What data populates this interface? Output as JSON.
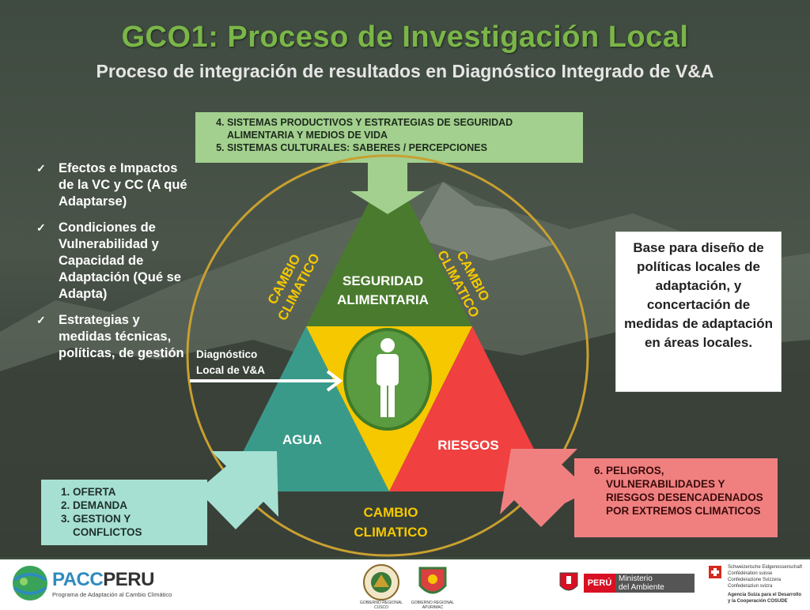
{
  "title": "GCO1: Proceso de Investigación Local",
  "subtitle": "Proceso de integración de resultados en Diagnóstico Integrado de V&A",
  "top_box": {
    "items": [
      "SISTEMAS PRODUCTIVOS Y ESTRATEGIAS DE SEGURIDAD ALIMENTARIA Y MEDIOS DE VIDA",
      "SISTEMAS CULTURALES: SABERES / PERCEPCIONES"
    ]
  },
  "left_checklist": [
    "Efectos e Impactos de la VC y CC (A qué Adaptarse)",
    "Condiciones de Vulnerabilidad y Capacidad de Adaptación (Qué se Adapta)",
    "Estrategias y medidas técnicas, políticas, de gestión"
  ],
  "right_box": "Base para diseño de políticas locales de adaptación, y concertación de medidas de adaptación en áreas locales.",
  "triangle": {
    "top": [
      "SEGURIDAD",
      "ALIMENTARIA"
    ],
    "left": "AGUA",
    "right": "RIESGOS"
  },
  "climate_labels": {
    "line1": "CAMBIO",
    "line2": "CLIMATICO"
  },
  "diagnostico_label": [
    "Diagnóstico",
    "Local de V&A"
  ],
  "bottom_left_box": [
    "OFERTA",
    "DEMANDA",
    "GESTION Y CONFLICTOS"
  ],
  "bottom_right_box": [
    "PELIGROS, VULNERABILIDADES Y RIESGOS DESENCADENADOS POR EXTREMOS CLIMATICOS"
  ],
  "logos": {
    "pacc_name_a": "PACC",
    "pacc_name_b": "PERU",
    "pacc_sub": "Programa de Adaptación al Cambio Climático",
    "seal1_caption": "GOBIERNO REGIONAL CUSCO",
    "seal2_caption": "GOBIERNO REGIONAL APURIMAC",
    "peru": "PERÚ",
    "ministerio": [
      "Ministerio",
      "del Ambiente"
    ],
    "swiss": [
      "Schweizerische Eidgenossenschaft",
      "Confédération suisse",
      "Confederazione Svizzera",
      "Confederaziun svizra",
      "Agencia Suiza para el Desarrollo",
      "y la Cooperación COSUDE"
    ]
  },
  "colors": {
    "title": "#7ab648",
    "top_triangle": "#4a7a2e",
    "left_triangle": "#3a9a8a",
    "right_triangle": "#f04040",
    "center": "#f5c800",
    "circle": "#c8a030",
    "climate_text": "#f5c800"
  }
}
